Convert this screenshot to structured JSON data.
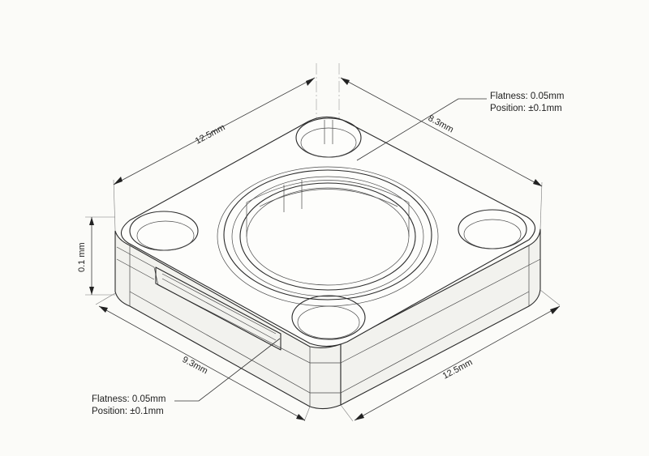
{
  "dimensions": {
    "top_left_width": "12.5mm",
    "top_right_diagonal": "8.3mm",
    "thickness": "0.1 mm",
    "bottom_left_width": "9.3mm",
    "bottom_right_width": "12.5mm"
  },
  "notes": {
    "top_right": {
      "line1": "Flatness: 0.05mm",
      "line2": "Position: ±0.1mm"
    },
    "bottom_left": {
      "line1": "Flatness: 0.05mm",
      "line2": "Position: ±0.1mm"
    }
  }
}
